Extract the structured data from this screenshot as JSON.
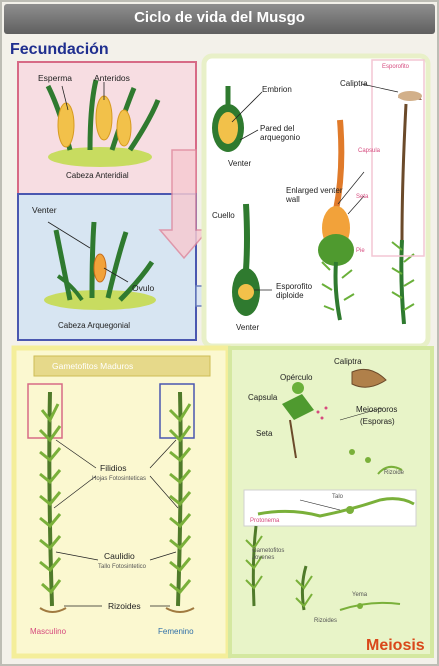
{
  "title": "Ciclo de vida del Musgo",
  "sections": {
    "fecundacion": "Fecundación",
    "meiosis": "Meiosis"
  },
  "fertilization": {
    "esperma": "Esperma",
    "anteridios": "Anteridos",
    "cabeza_anteridial": "Cabeza Anteridial",
    "venter": "Venter",
    "ovulo": "Ovulo",
    "cabeza_arquegonial": "Cabeza Arquegonial"
  },
  "embryo": {
    "embrion": "Embrion",
    "pared": "Pared del arquegonio",
    "venter_top": "Venter",
    "cuello": "Cuello",
    "esporofito": "Esporofito diploide",
    "venter_bottom": "Venter",
    "caliptra": "Caliptra",
    "esporofito_pink": "Esporofito",
    "capsula": "Capsula",
    "seta": "Seta",
    "enlarged": "Enlarged venter wall",
    "pie": "Pie"
  },
  "gametophytes": {
    "header": "Gametofitos Maduros",
    "filidios": "Filidios",
    "filidios_sub": "Hojas Fotosinteticas",
    "caulidio": "Caulidio",
    "caulidio_sub": "Tallo Fotosintetico",
    "rizoides": "Rizoides",
    "masculino": "Masculino",
    "femenino": "Femenino"
  },
  "meiosis_panel": {
    "caliptra": "Caliptra",
    "operculo": "Opérculo",
    "capsula": "Capsula",
    "seta": "Seta",
    "meiosporos": "Meiosporos",
    "esporas": "(Esporas)",
    "rizoide": "Rizoide",
    "talo": "Talo",
    "protonema": "Protonema",
    "gametofitos_jovenes": "Gametofitos Jovenes",
    "yema": "Yema",
    "rizoides": "Rizoides"
  },
  "colors": {
    "title_bar": "#6f6f6f",
    "fecundacion": "#1f2f8f",
    "meiosis": "#d9481a",
    "panel_green": "#e8f4c8",
    "panel_pink": "#f5d5dc",
    "panel_blue": "#d3e2f0"
  }
}
